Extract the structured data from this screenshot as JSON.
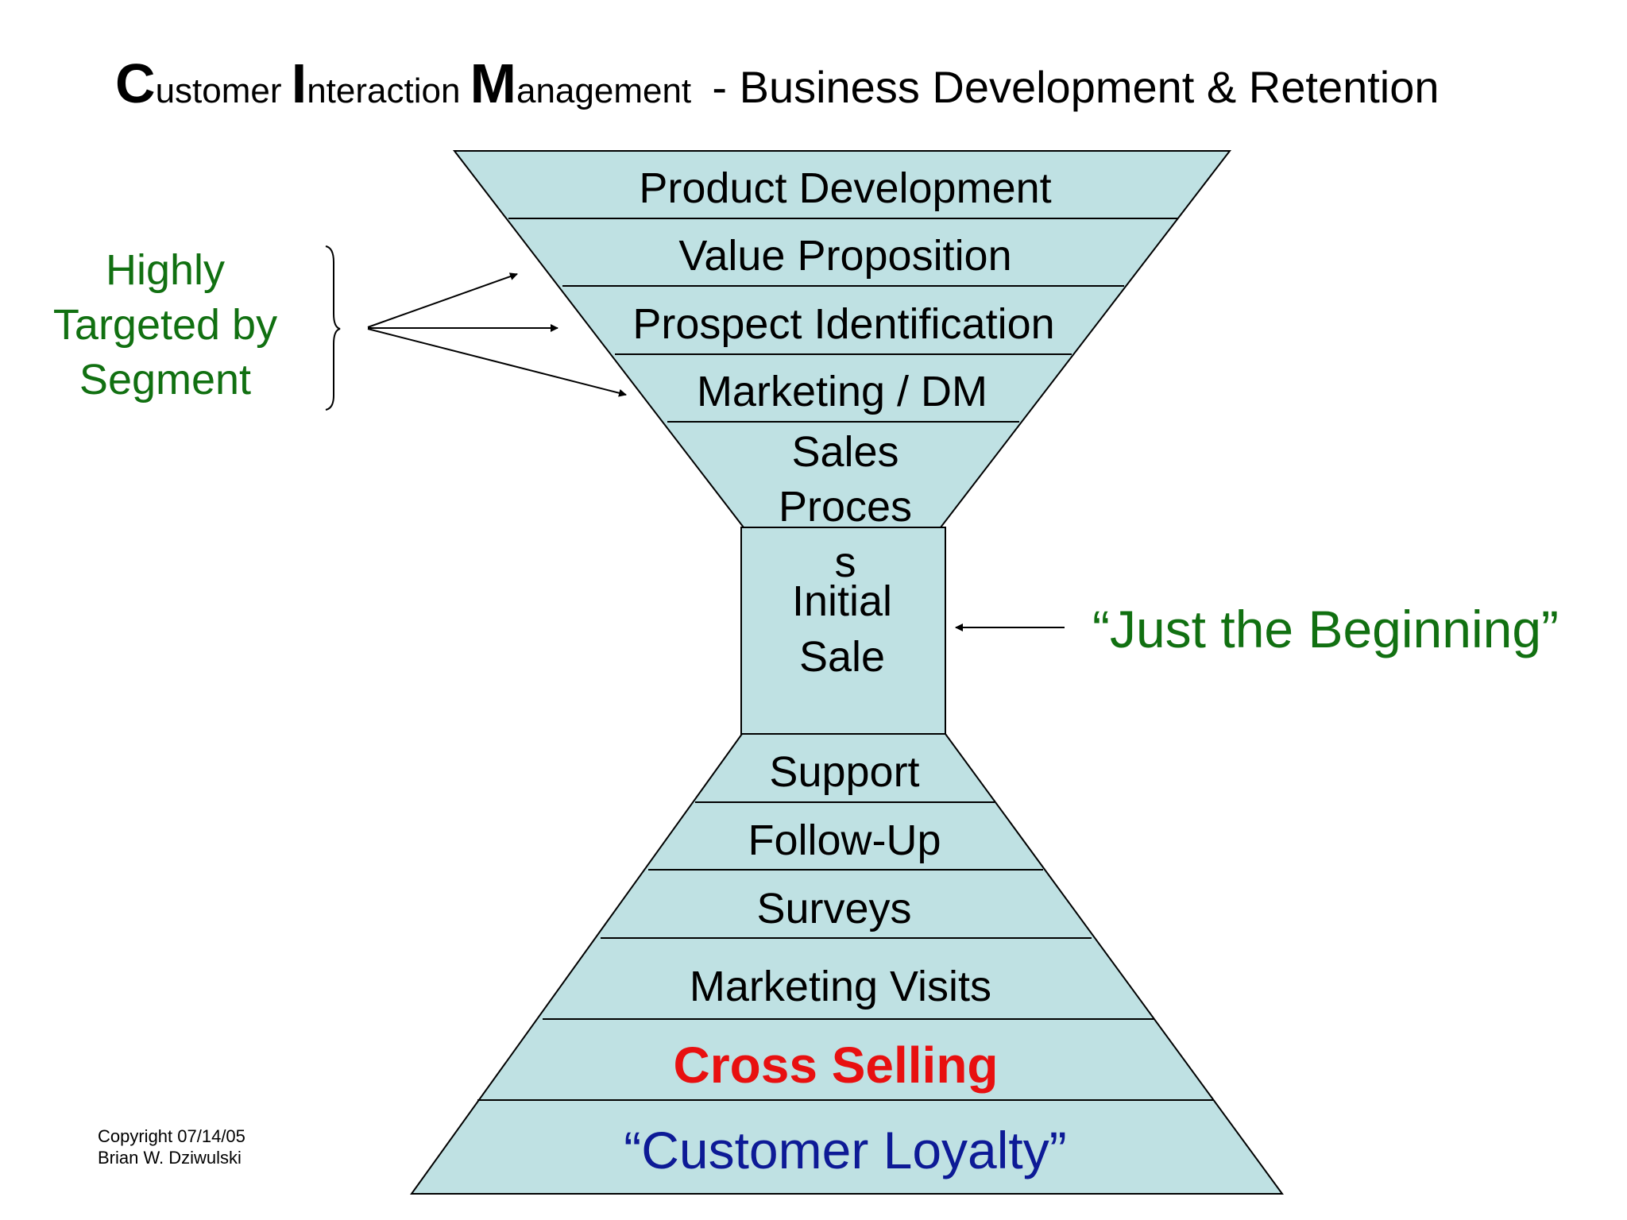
{
  "title": {
    "c_cap": "C",
    "c_rest": "ustomer",
    "i_cap": "I",
    "i_rest": "nteraction",
    "m_cap": "M",
    "m_rest": "anagement",
    "subtitle": "- Business Development & Retention"
  },
  "top_funnel": {
    "layers": [
      "Product Development",
      "Value Proposition",
      "Prospect Identification",
      "Marketing / DM"
    ],
    "sales_lines": [
      "Sales",
      "Proces",
      "s"
    ]
  },
  "initial_sale": [
    "Initial",
    "Sale"
  ],
  "bottom_pyramid": {
    "layers": [
      "Support",
      "Follow-Up",
      "Surveys",
      "Marketing Visits"
    ],
    "cross_selling": "Cross Selling",
    "customer_loyalty": "“Customer Loyalty”"
  },
  "left_note": [
    "Highly",
    "Targeted by",
    "Segment"
  ],
  "right_note": "“Just the Beginning”",
  "copyright": [
    "Copyright 07/14/05",
    "Brian W. Dziwulski"
  ],
  "colors": {
    "fill": "#bfe1e3",
    "note_green": "#117011",
    "cross_selling_red": "#e81010",
    "loyalty_blue": "#0d1a96"
  }
}
